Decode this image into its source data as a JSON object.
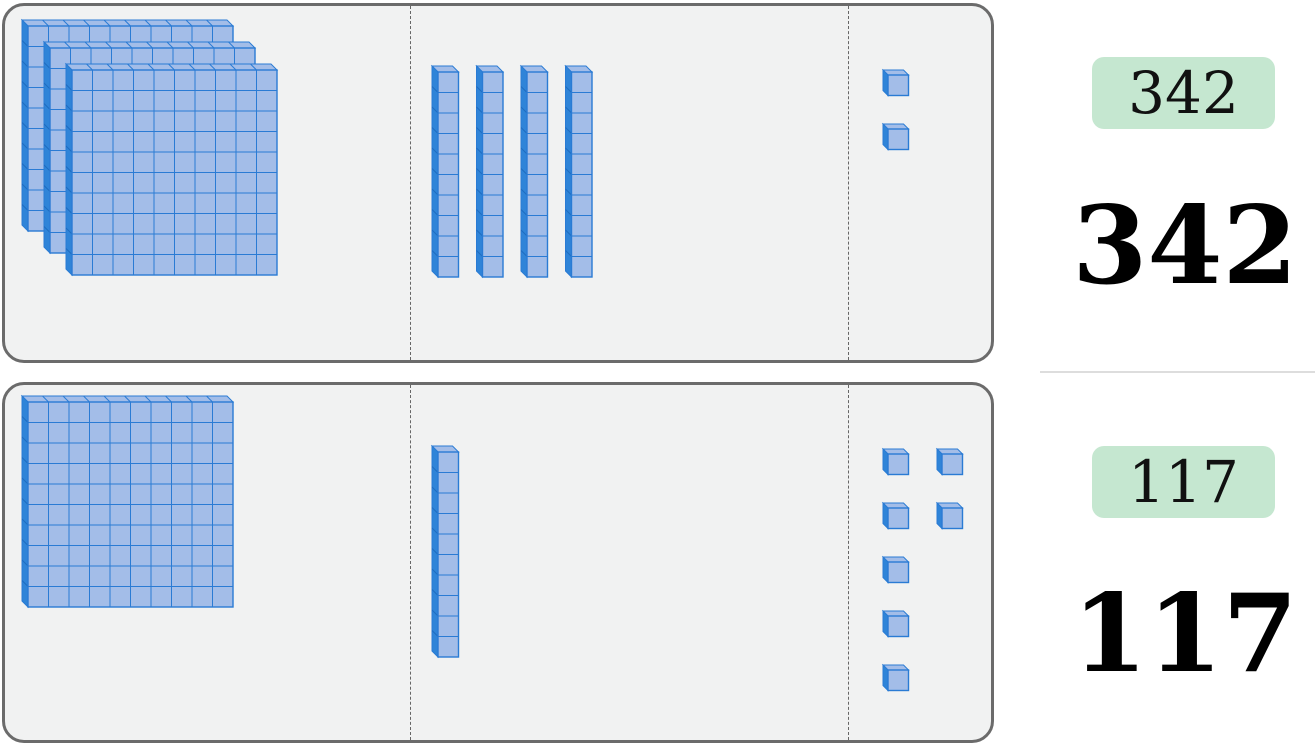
{
  "rows": [
    {
      "id": "row-1",
      "label": "342",
      "number": "342",
      "hundreds": 3,
      "tens": 4,
      "ones": 2
    },
    {
      "id": "row-2",
      "label": "117",
      "number": "117",
      "hundreds": 1,
      "tens": 1,
      "ones": 7
    }
  ],
  "colors": {
    "block_face": "#a3bde8",
    "block_edge": "#2a7bd4",
    "block_side": "#2f84d8",
    "badge_bg": "#c5e7d0",
    "panel_bg": "#f1f2f2",
    "panel_border": "#6b6b6b"
  }
}
